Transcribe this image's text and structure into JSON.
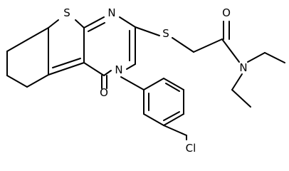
{
  "molecule": {
    "atoms": {
      "S_thiophene": {
        "symbol": "S",
        "color": "#000000"
      },
      "N_ring_top": {
        "symbol": "N",
        "color": "#000000"
      },
      "S_thioether": {
        "symbol": "S",
        "color": "#000000"
      },
      "O_ring": {
        "symbol": "O",
        "color": "#000000"
      },
      "N_ring": {
        "symbol": "N",
        "color": "#000000"
      },
      "O_amide": {
        "symbol": "O",
        "color": "#000000"
      },
      "N_amide": {
        "symbol": "N",
        "color": "#000000"
      },
      "Cl": {
        "symbol": "Cl",
        "color": "#000000"
      }
    }
  }
}
